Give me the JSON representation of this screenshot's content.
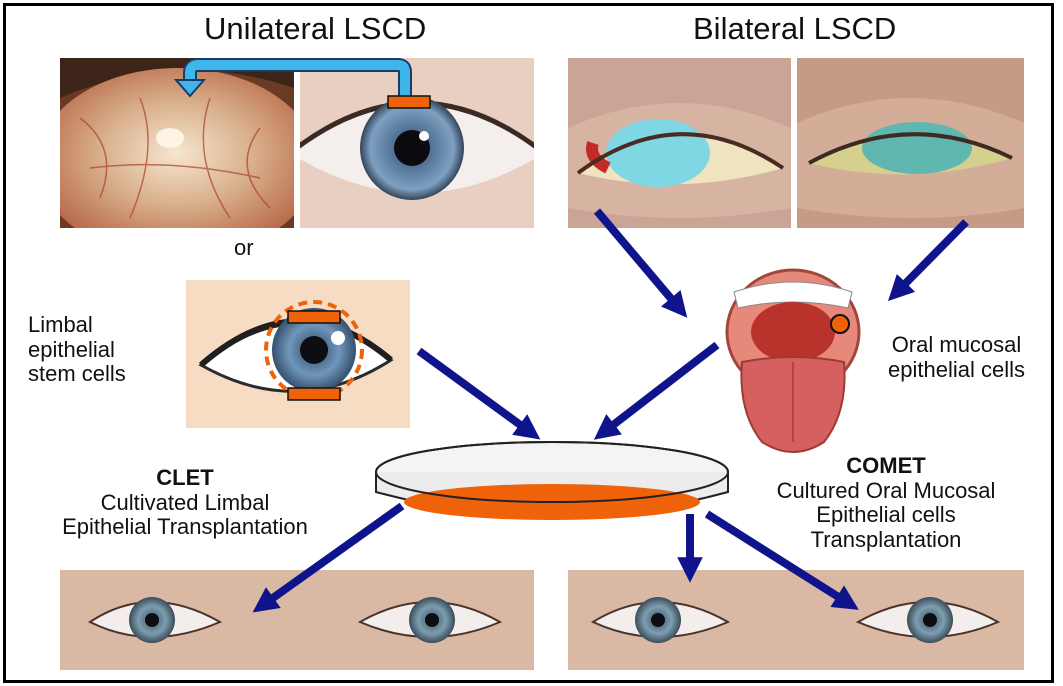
{
  "headers": {
    "unilateral": "Unilateral LSCD",
    "bilateral": "Bilateral LSCD"
  },
  "labels": {
    "or": "or",
    "limbal_stem_cells": [
      "Limbal",
      "epithelial",
      "stem cells"
    ],
    "oral_mucosal": [
      "Oral mucosal",
      "epithelial cells"
    ],
    "clet_title": "CLET",
    "clet_desc": [
      "Cultivated Limbal",
      "Epithelial Transplantation"
    ],
    "comet_title": "COMET",
    "comet_desc": [
      "Cultured Oral Mucosal",
      "Epithelial cells",
      "Transplantation"
    ]
  },
  "colors": {
    "arrow": "#0f148c",
    "orange": "#f0620a",
    "transfer_arrow": "#3fb6ea",
    "iris": "#5f86a8"
  },
  "icons": [
    "transfer-arrow-icon",
    "flow-arrow-icon",
    "petri-dish-icon",
    "tongue-mouth-icon"
  ]
}
